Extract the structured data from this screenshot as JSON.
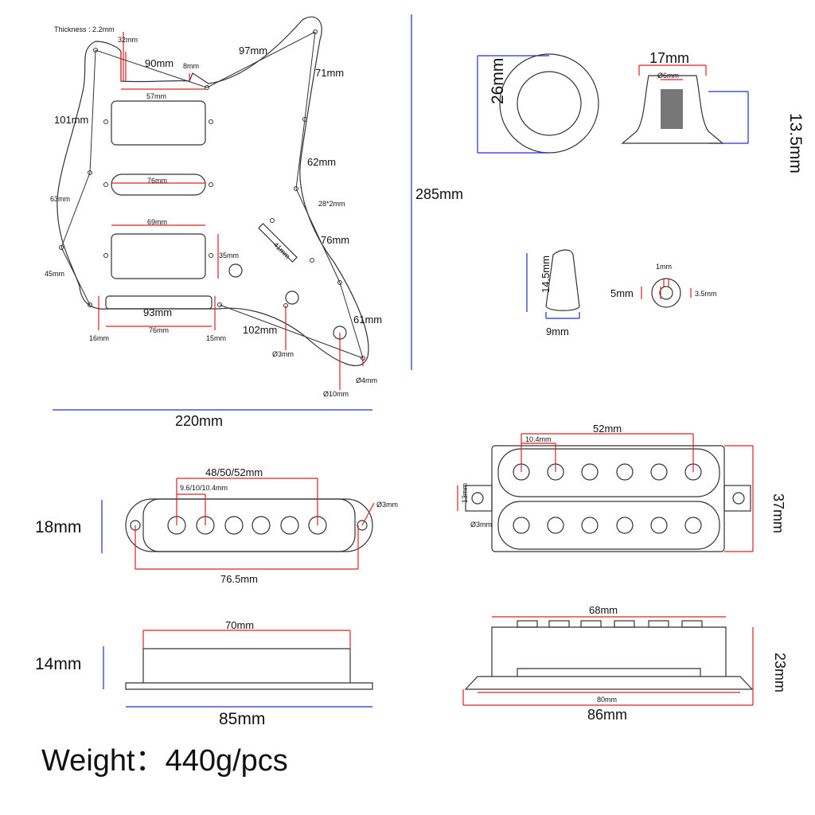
{
  "pickguard": {
    "thickness": "Thickness : 2.2mm",
    "d32": "32mm",
    "d90": "90mm",
    "d8": "8mm",
    "d97": "97mm",
    "d71": "71mm",
    "d57": "57mm",
    "d101": "101mm",
    "d62": "62mm",
    "d76a": "76mm",
    "d63": "63mm",
    "d28": "28*2mm",
    "d69": "69mm",
    "d76b": "76mm",
    "d41": "41mm",
    "d35": "35mm",
    "d45": "45mm",
    "d93": "93mm",
    "d76c": "76mm",
    "d16": "16mm",
    "d15": "15mm",
    "d102": "102mm",
    "d61": "61mm",
    "dia3": "Ø3mm",
    "dia4": "Ø4mm",
    "dia10": "Ø10mm",
    "height": "285mm",
    "width": "220mm"
  },
  "knob": {
    "h": "26mm",
    "w": "17mm",
    "shaft": "Ø6mm",
    "depth": "13.5mm"
  },
  "switch_tip": {
    "h": "14.5mm",
    "w": "9mm",
    "slot": "1mm",
    "outer": "5mm",
    "inner": "3.5mm"
  },
  "single_coil": {
    "spacing": "48/50/52mm",
    "pole": "9.6/10/10.4mm",
    "hole": "Ø3mm",
    "h": "18mm",
    "len": "76.5mm",
    "side_top": "70mm",
    "side_h": "14mm",
    "side_len": "85mm"
  },
  "humbucker": {
    "spacing": "52mm",
    "pole": "10.4mm",
    "tab": "13mm",
    "hole": "Ø3mm",
    "h": "37mm",
    "side_top": "68mm",
    "side_h": "23mm",
    "inner": "80mm",
    "len": "86mm"
  },
  "weight": "Weight：440g/pcs"
}
